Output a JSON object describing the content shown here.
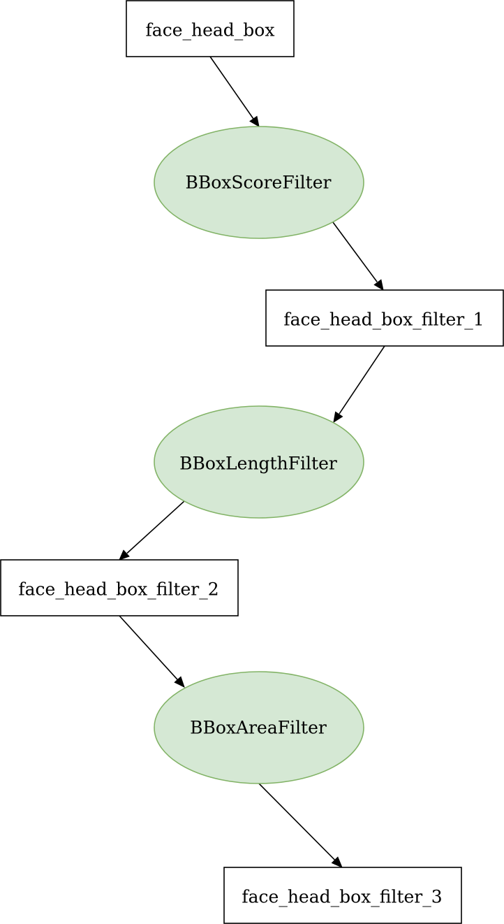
{
  "diagram": {
    "nodes": [
      {
        "id": "n0",
        "kind": "data",
        "label": "face_head_box"
      },
      {
        "id": "n1",
        "kind": "operator",
        "label": "BBoxScoreFilter"
      },
      {
        "id": "n2",
        "kind": "data",
        "label": "face_head_box_filter_1"
      },
      {
        "id": "n3",
        "kind": "operator",
        "label": "BBoxLengthFilter"
      },
      {
        "id": "n4",
        "kind": "data",
        "label": "face_head_box_filter_2"
      },
      {
        "id": "n5",
        "kind": "operator",
        "label": "BBoxAreaFilter"
      },
      {
        "id": "n6",
        "kind": "data",
        "label": "face_head_box_filter_3"
      }
    ],
    "edges": [
      {
        "from": "n0",
        "to": "n1"
      },
      {
        "from": "n1",
        "to": "n2"
      },
      {
        "from": "n2",
        "to": "n3"
      },
      {
        "from": "n3",
        "to": "n4"
      },
      {
        "from": "n4",
        "to": "n5"
      },
      {
        "from": "n5",
        "to": "n6"
      }
    ],
    "colors": {
      "operator_fill": "#d5e8d4",
      "operator_stroke": "#82b366",
      "data_fill": "#ffffff",
      "data_stroke": "#000000",
      "edge": "#000000"
    }
  }
}
